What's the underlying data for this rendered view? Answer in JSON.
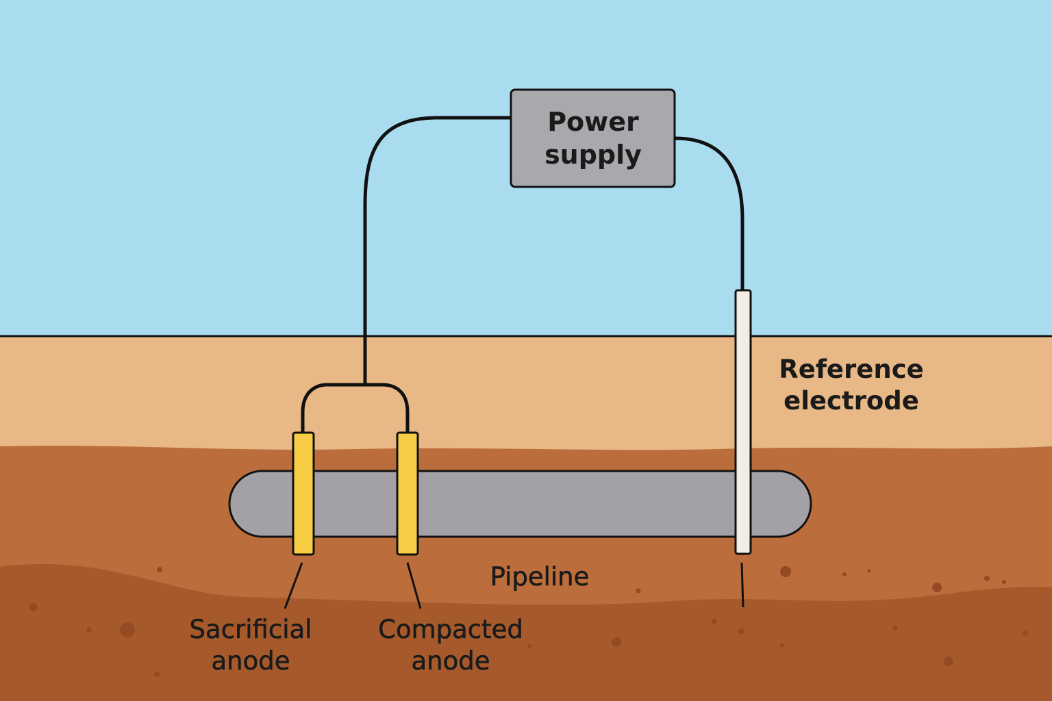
{
  "labels": {
    "power_supply": [
      "Power",
      "supply"
    ],
    "reference_electrode": [
      "Reference",
      "electrode"
    ],
    "pipeline": "Pipeline",
    "sacrificial_anode": [
      "Sacrificial",
      "anode"
    ],
    "compacted_anode": [
      "Compacted",
      "anode"
    ]
  },
  "colors": {
    "sky": "#a9dcef",
    "topsoil": "#e8b886",
    "soil_middle": "#bb6d3b",
    "soil_deep": "#a65a2c",
    "pipeline": "#a3a1a6",
    "power_supply_box": "#a9a9ad",
    "anode": "#f7cd45",
    "reference_electrode": "#f2ede4",
    "wire": "#111111"
  }
}
